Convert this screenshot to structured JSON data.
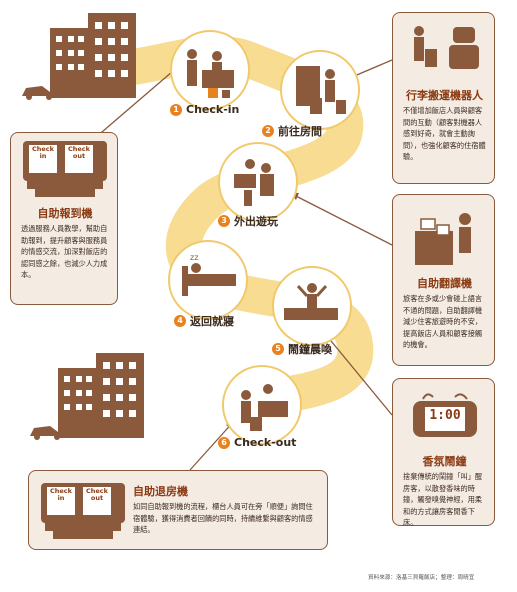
{
  "colors": {
    "brown": "#8b5a3c",
    "accent_orange": "#e7821f",
    "road_yellow": "#f7dc92",
    "card_bg": "#f4ebe3",
    "title_red": "#8b3b12"
  },
  "steps": [
    {
      "num": "1",
      "label": "Check-in"
    },
    {
      "num": "2",
      "label": "前往房間"
    },
    {
      "num": "3",
      "label": "外出遊玩"
    },
    {
      "num": "4",
      "label": "返回就寢"
    },
    {
      "num": "5",
      "label": "鬧鐘晨喚"
    },
    {
      "num": "6",
      "label": "Check-out"
    }
  ],
  "kiosk_screens": {
    "left_1": "Check in",
    "left_2": "Check out",
    "bottom_1": "Check in",
    "bottom_2": "Check out"
  },
  "cards": {
    "checkin_machine": {
      "title": "自助報到機",
      "text": "透過服務人員教學，幫助自助報到，提升顧客與服務員的情感交流，加深對飯店的認同感之餘，也減少人力成本。"
    },
    "luggage_robot": {
      "title": "行李搬運機器人",
      "text": "不僅增加飯店人員與顧客間的互動（顧客對機器人感到好奇，就會主動詢問），也強化顧客的住宿體驗。"
    },
    "translator": {
      "title": "自助翻譯機",
      "text": "旅客在多或少會碰上語言不通的問題，自助翻譯機減少住客旅遊時的不安，提高飯店人員和顧客接觸的機會。"
    },
    "alarm": {
      "title": "香氛鬧鐘",
      "text": "捨棄傳統的鬧鐘「叫」醒房客，以散發香味的時鐘，觸發嗅覺神經，用柔和的方式讓房客閒香下床。"
    },
    "checkout_machine": {
      "title": "自助退房機",
      "text": "如同自助報到機的流程，櫃台人員可在旁「順便」詢問住宿體驗，獲得消費者回饋的同時，持續維繫與顧客的情感連結。"
    }
  },
  "alarm_display": "1:00",
  "credit": "資料來源：洛基三貝羅飯店；整理：周晴宜"
}
